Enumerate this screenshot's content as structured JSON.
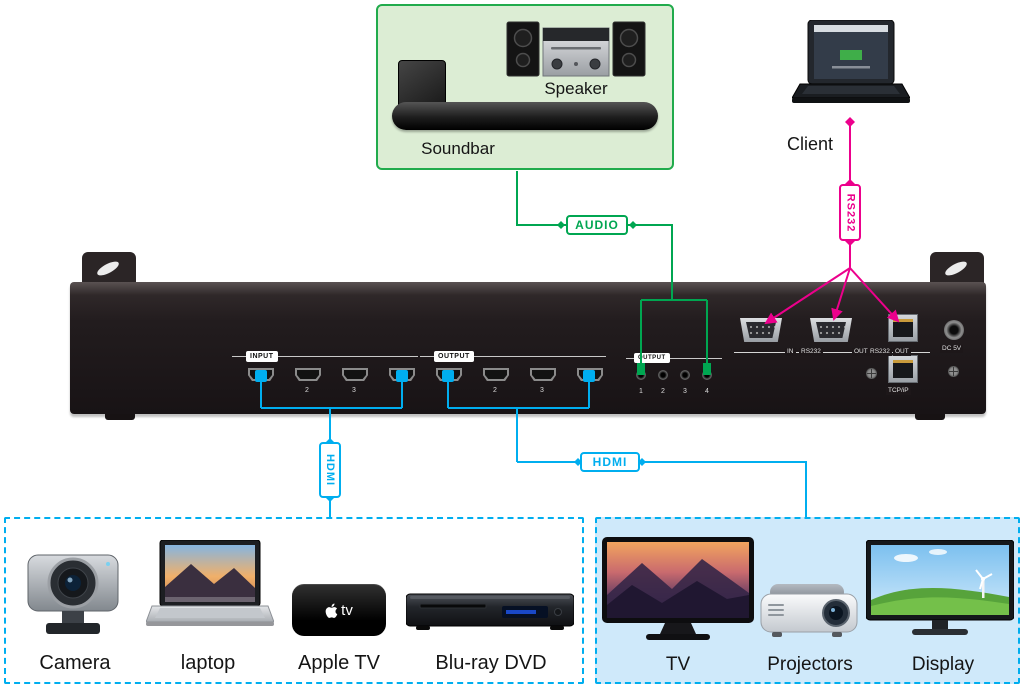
{
  "colors": {
    "audio_line": "#00a651",
    "hdmi_line": "#00aeef",
    "rs232_line": "#ec008c",
    "audio_box_bg": "#dcedd4",
    "displays_box_bg": "#cfe9fa",
    "device_body": "#221c1e"
  },
  "audio_box": {
    "speaker_label": "Speaker",
    "soundbar_label": "Soundbar"
  },
  "client": {
    "label": "Client"
  },
  "badges": {
    "audio": "AUDIO",
    "rs232": "RS232",
    "hdmi_sources": "HDMI",
    "hdmi_displays": "HDMI"
  },
  "device": {
    "front": {
      "input_group_label": "INPUT",
      "output_group_label": "OUTPUT",
      "audio_group_label": "OUTPUT",
      "input_visible_numbers": [
        "2",
        "3"
      ],
      "output_visible_numbers": [
        "2",
        "3"
      ],
      "audio_numbers": [
        "1",
        "2",
        "3",
        "4"
      ]
    },
    "rear_labels": {
      "rs232_in": "IN",
      "rs232_in_port": "RS232",
      "rs232_out": "OUT",
      "rs232_out_port": "RS232",
      "lan_out": "OUT",
      "tcpip": "TCP/iP",
      "power": "DC 5V"
    }
  },
  "sources": {
    "apple_tv_device_text": "tv",
    "items": [
      {
        "label": "Camera"
      },
      {
        "label": "laptop"
      },
      {
        "label": "Apple TV"
      },
      {
        "label": "Blu-ray DVD"
      }
    ]
  },
  "displays": {
    "items": [
      {
        "label": "TV"
      },
      {
        "label": "Projectors"
      },
      {
        "label": "Display"
      }
    ]
  }
}
